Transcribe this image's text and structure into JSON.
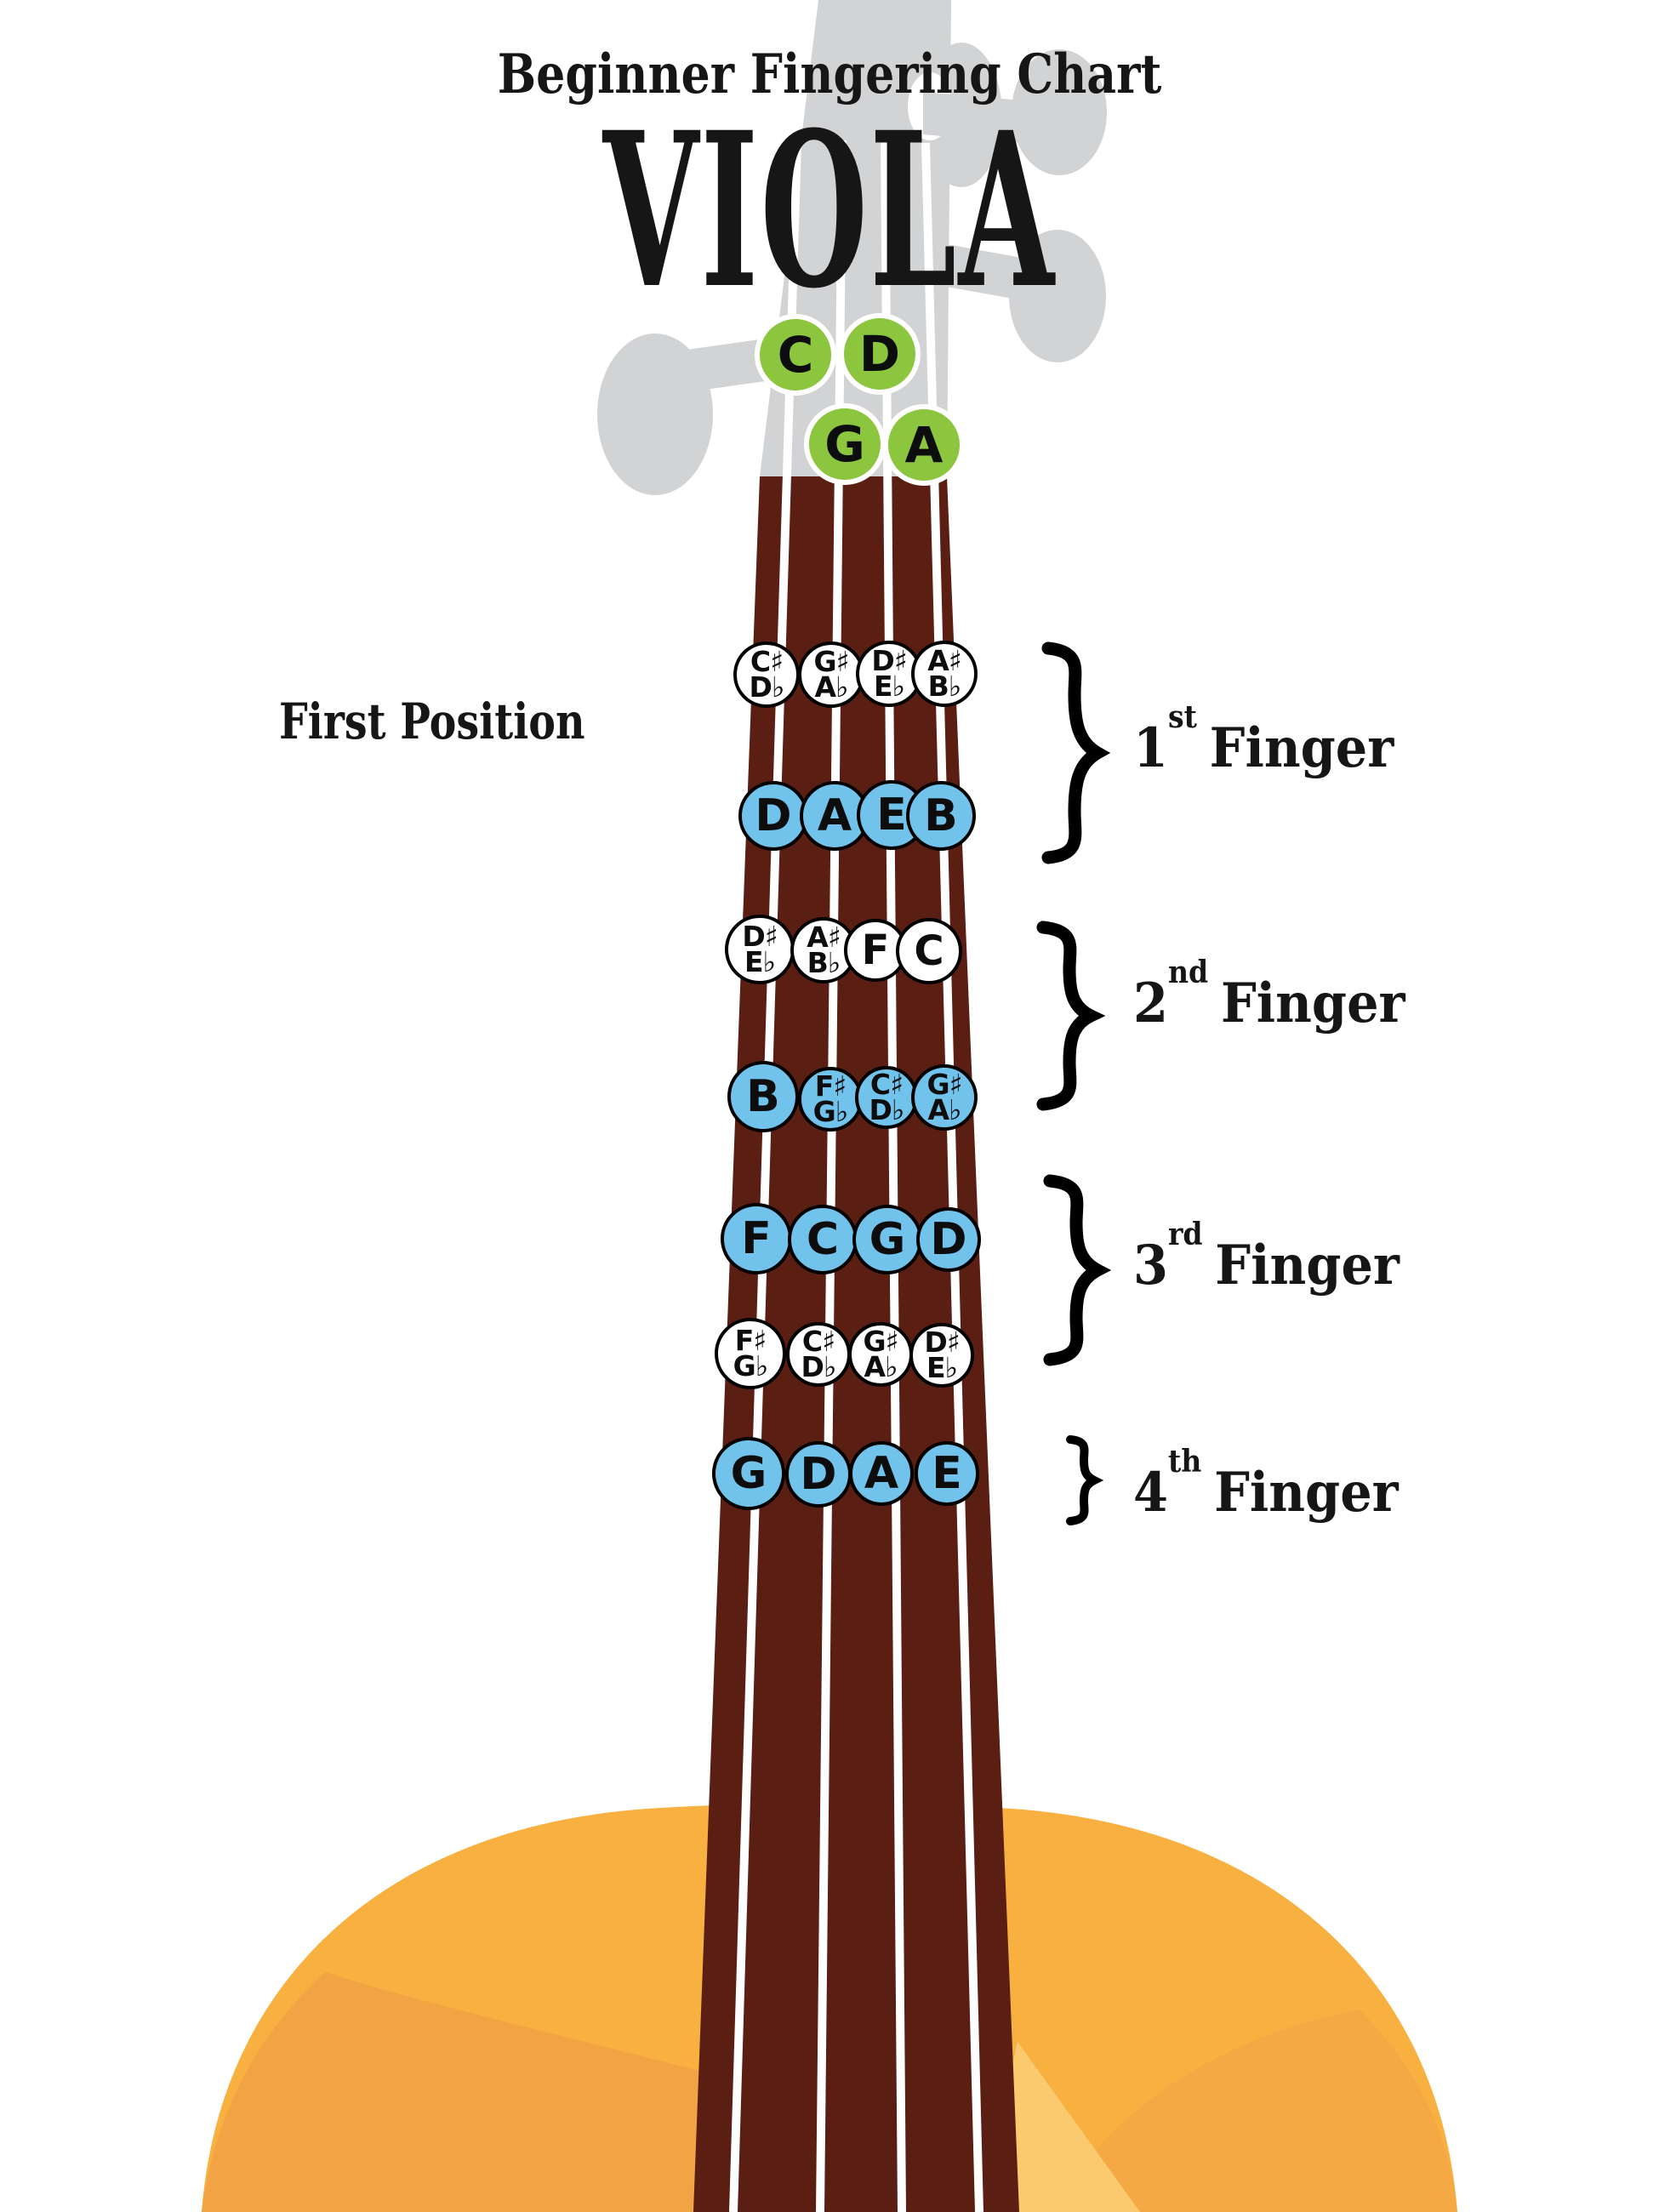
{
  "header": {
    "subtitle": "Beginner Fingering Chart",
    "title": "VIOLA"
  },
  "section": {
    "label": "First Position"
  },
  "open_strings": [
    {
      "note": "C"
    },
    {
      "note": "D"
    },
    {
      "note": "G"
    },
    {
      "note": "A"
    }
  ],
  "fingers": [
    {
      "label": {
        "num": "1",
        "ord": "st",
        "word": "Finger"
      },
      "white_row": [
        {
          "sharp": "C♯",
          "flat": "D♭"
        },
        {
          "sharp": "G♯",
          "flat": "A♭"
        },
        {
          "sharp": "D♯",
          "flat": "E♭"
        },
        {
          "sharp": "A♯",
          "flat": "B♭"
        }
      ],
      "blue_row": [
        {
          "note": "D"
        },
        {
          "note": "A"
        },
        {
          "note": "E"
        },
        {
          "note": "B"
        }
      ]
    },
    {
      "label": {
        "num": "2",
        "ord": "nd",
        "word": "Finger"
      },
      "white_row": [
        {
          "sharp": "D♯",
          "flat": "E♭"
        },
        {
          "sharp": "A♯",
          "flat": "B♭"
        },
        {
          "note": "F"
        },
        {
          "note": "C"
        }
      ],
      "blue_row": [
        {
          "note": "B"
        },
        {
          "sharp": "F♯",
          "flat": "G♭"
        },
        {
          "sharp": "C♯",
          "flat": "D♭"
        },
        {
          "sharp": "G♯",
          "flat": "A♭"
        }
      ]
    },
    {
      "label": {
        "num": "3",
        "ord": "rd",
        "word": "Finger"
      },
      "blue_row": [
        {
          "note": "F"
        },
        {
          "note": "C"
        },
        {
          "note": "G"
        },
        {
          "note": "D"
        }
      ],
      "white_row": [
        {
          "sharp": "F♯",
          "flat": "G♭"
        },
        {
          "sharp": "C♯",
          "flat": "D♭"
        },
        {
          "sharp": "G♯",
          "flat": "A♭"
        },
        {
          "sharp": "D♯",
          "flat": "E♭"
        }
      ]
    },
    {
      "label": {
        "num": "4",
        "ord": "th",
        "word": "Finger"
      },
      "blue_row": [
        {
          "note": "G"
        },
        {
          "note": "D"
        },
        {
          "note": "A"
        },
        {
          "note": "E"
        }
      ]
    }
  ],
  "colors": {
    "open_circle": "#8CC63F",
    "finger_circle": "#72C3EC",
    "accidental_circle": "#FFFFFF",
    "fingerboard": "#5A1E13",
    "silhouette": "#D2D3D5",
    "body": "#F8B041",
    "body_shade": "#F2A343",
    "body_shade2": "#F5A945",
    "body_light": "#FBCA6E",
    "string": "#FFFFFF",
    "text": "#161616"
  }
}
